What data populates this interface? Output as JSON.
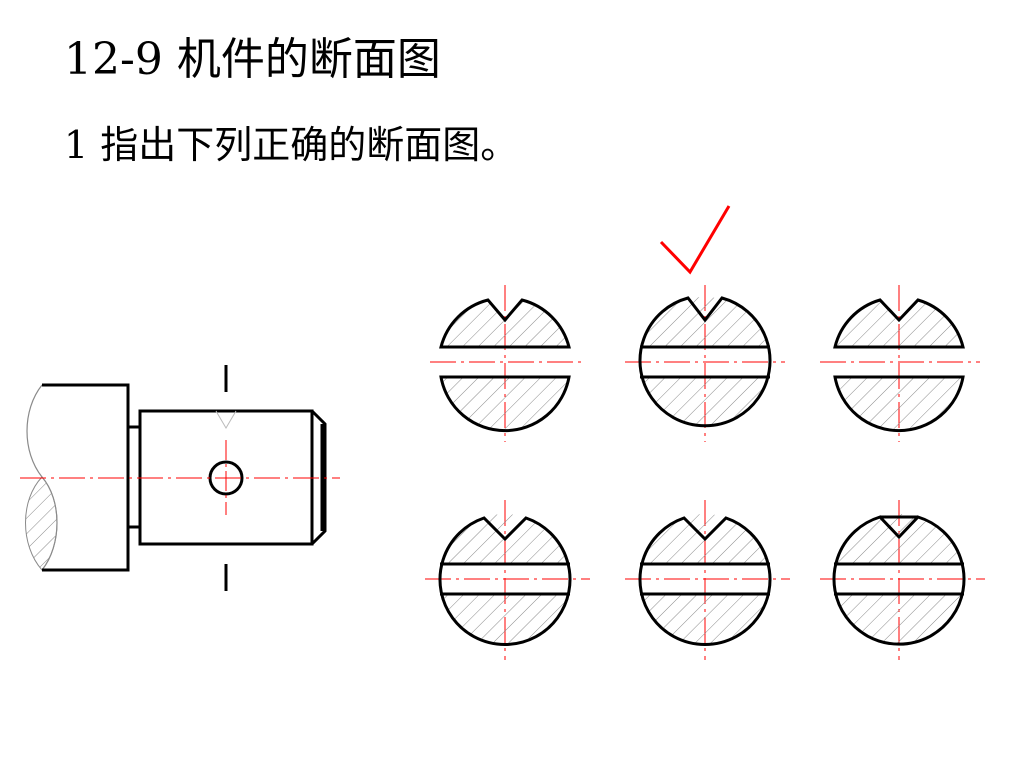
{
  "slide": {
    "title": "12-9 机件的断面图",
    "instruction": "1 指出下列正确的断面图。"
  },
  "colors": {
    "outline": "#000000",
    "centerline": "#ff0000",
    "hatch": "#8a8a8a",
    "check_mark": "#ff0000"
  },
  "diagram": {
    "shaft_hole": "circle",
    "sections": [
      {
        "row": 1,
        "col": 1,
        "style": "split-v-notch",
        "correct": false
      },
      {
        "row": 1,
        "col": 2,
        "style": "full-v-notch",
        "correct": true
      },
      {
        "row": 1,
        "col": 3,
        "style": "split-deep-notch",
        "correct": false
      },
      {
        "row": 2,
        "col": 1,
        "style": "full-deep-notch",
        "correct": false
      },
      {
        "row": 2,
        "col": 2,
        "style": "full-deep-notch",
        "correct": false
      },
      {
        "row": 2,
        "col": 3,
        "style": "full-shallow-notch",
        "correct": false
      }
    ],
    "correct_marker": "check-mark-icon"
  }
}
